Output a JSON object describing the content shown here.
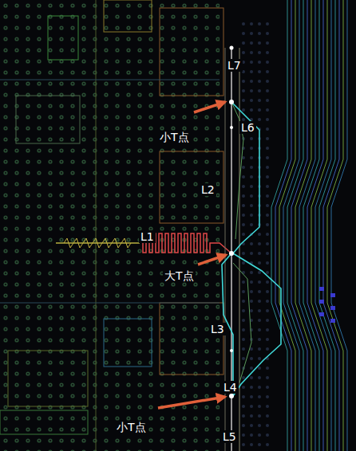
{
  "diagram": {
    "labels": [
      "L7",
      "小T点",
      "L6",
      "L2",
      "L1",
      "大T点",
      "L3",
      "L4",
      "小T点",
      "L5"
    ]
  }
}
